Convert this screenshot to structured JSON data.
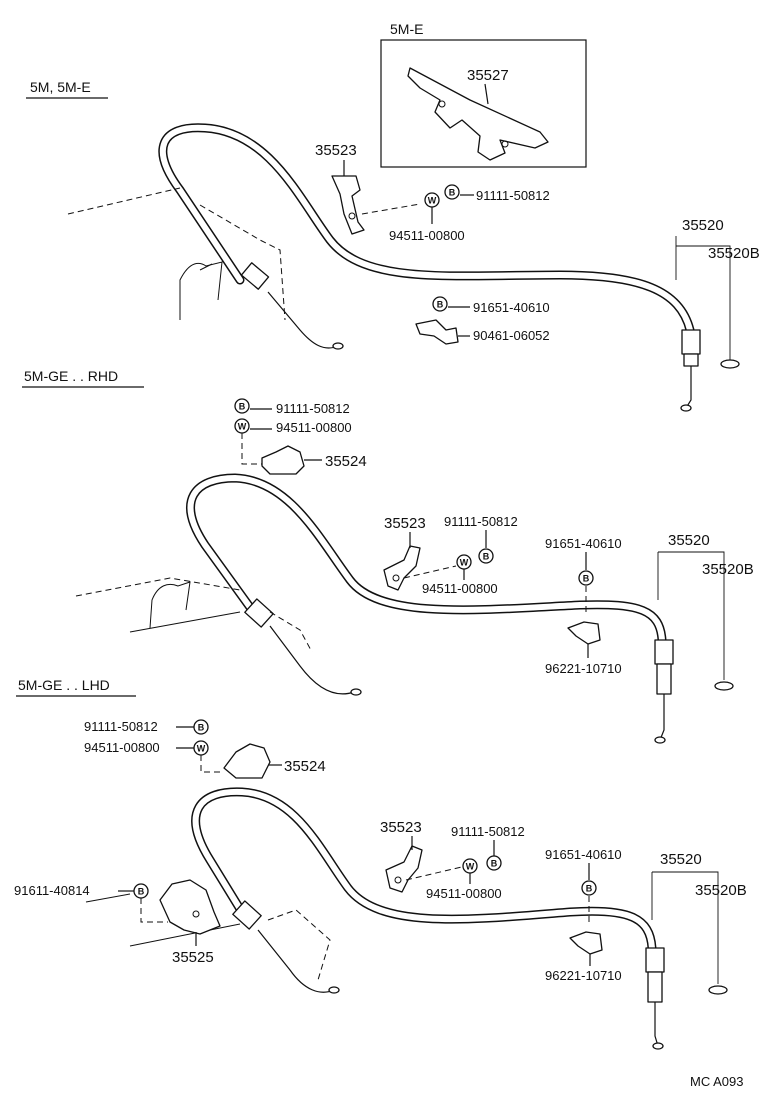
{
  "sections": {
    "s1": "5M, 5M-E",
    "s2": "5M-GE . . RHD",
    "s3": "5M-GE . . LHD"
  },
  "inset_label": "5M-E",
  "symbols": {
    "bolt": "B",
    "washer": "W"
  },
  "part_numbers": {
    "p35527": "35527",
    "p35523": "35523",
    "p35524": "35524",
    "p35525": "35525",
    "p35520": "35520",
    "p35520b": "35520B",
    "p91111_50812": "91111-50812",
    "p94511_00800": "94511-00800",
    "p91651_40610": "91651-40610",
    "p90461_06052": "90461-06052",
    "p96221_10710": "96221-10710",
    "p91611_40814": "91611-40814"
  },
  "footer_code": "MC  A093"
}
